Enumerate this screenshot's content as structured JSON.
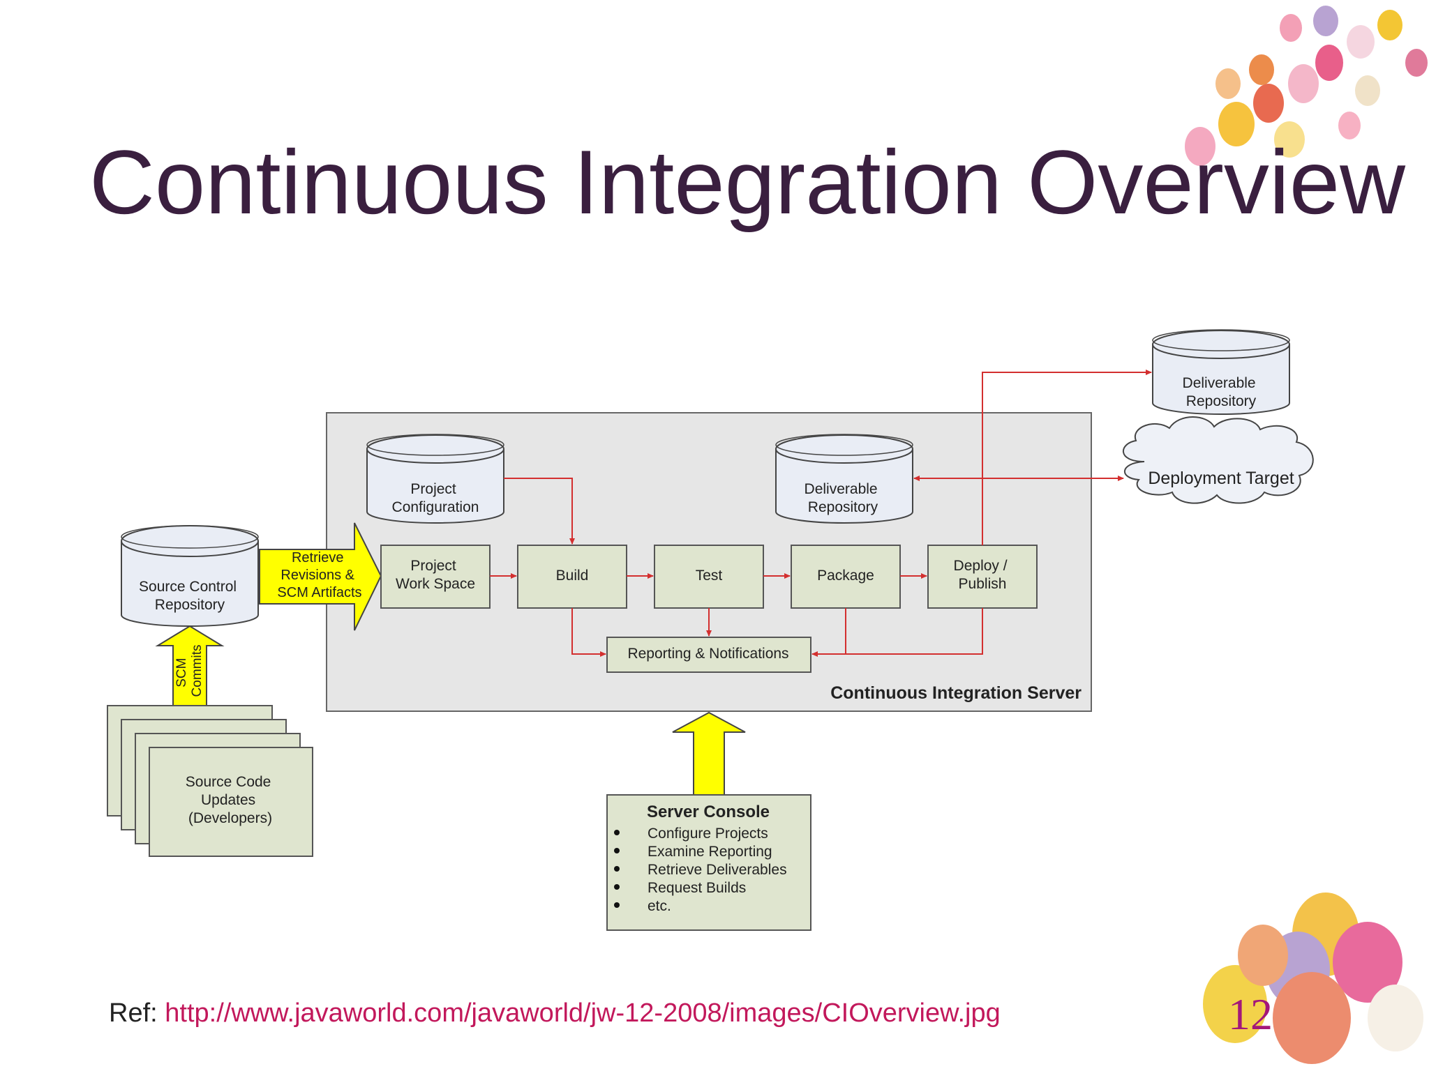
{
  "slide": {
    "title": "Continuous Integration Overview",
    "ref_label": "Ref:",
    "ref_url": "http://www.javaworld.com/javaworld/jw-12-2008/images/CIOverview.jpg",
    "page_number": "12"
  },
  "diagram": {
    "source_repo": [
      "Source Control",
      "Repository"
    ],
    "retrieve_arrow": [
      "Retrieve",
      "Revisions &",
      "SCM Artifacts"
    ],
    "scm_commits": [
      "SCM",
      "Commits"
    ],
    "source_updates": [
      "Source Code",
      "Updates",
      "(Developers)"
    ],
    "project_config": [
      "Project",
      "Configuration"
    ],
    "deliverable_inner": [
      "Deliverable",
      "Repository"
    ],
    "deliverable_outer": [
      "Deliverable",
      "Repository"
    ],
    "deployment_target": "Deployment Target",
    "workspace": [
      "Project",
      "Work Space"
    ],
    "build": "Build",
    "test": "Test",
    "package": "Package",
    "deploy": [
      "Deploy /",
      "Publish"
    ],
    "reporting": "Reporting & Notifications",
    "ci_server": "Continuous Integration Server",
    "console": {
      "title": "Server Console",
      "items": [
        "Configure Projects",
        "Examine Reporting",
        "Retrieve Deliverables",
        "Request Builds",
        "etc."
      ]
    }
  },
  "colors": {
    "title": "#3a1f3f",
    "ref_link": "#c2185b",
    "page_number": "#a3177a",
    "box_fill": "#dfe5cf",
    "server_fill": "#e6e6e6",
    "cylinder_fill": "#e9edf5",
    "flow_arrow": "#d32f2f",
    "yellow_arrow": "#ffff00"
  }
}
